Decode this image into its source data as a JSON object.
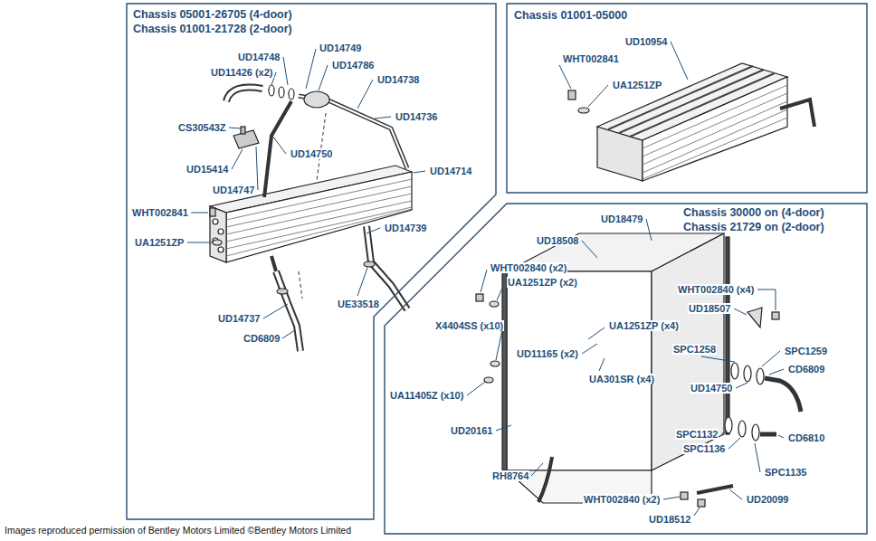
{
  "diagram": {
    "nodes": [
      {
        "text": [
          "Chassis 05001-26705 (4-door)",
          "Chassis 01001-21728 (2-door)"
        ]
      },
      {
        "text": [
          "Chassis 01001-05000"
        ]
      },
      {
        "text": [
          "Chassis 30000 on (4-door)",
          "Chassis 21729 on (2-door)"
        ]
      }
    ],
    "labels": [
      "UD14749",
      "UD14748",
      "UD14786",
      "UD11426 (x2)",
      "UD14738",
      "UD14736",
      "CS30543Z",
      "UD14750",
      "UD15414",
      "UD14714",
      "UD14747",
      "WHT002841",
      "UD14739",
      "UA1251ZP",
      "UE33518",
      "UD14737",
      "CD6809",
      "UD10954",
      "WHT002841",
      "UA1251ZP",
      "UD18479",
      "UD18508",
      "WHT002840 (x2)",
      "UA1251ZP (x2)",
      "WHT002840 (x4)",
      "UD18507",
      "X4404SS (x10)",
      "UA1251ZP (x4)",
      "SPC1258",
      "SPC1259",
      "UD11165 (x2)",
      "CD6809",
      "UA301SR (x4)",
      "UD14750",
      "UA11405Z (x10)",
      "UD20161",
      "SPC1132",
      "SPC1136",
      "CD6810",
      "SPC1135",
      "RH8764",
      "WHT002840 (x2)",
      "UD20099",
      "UD18512",
      "Images reproduced permission of Bentley Motors Limited ©Bentley Motors Limited"
    ]
  }
}
